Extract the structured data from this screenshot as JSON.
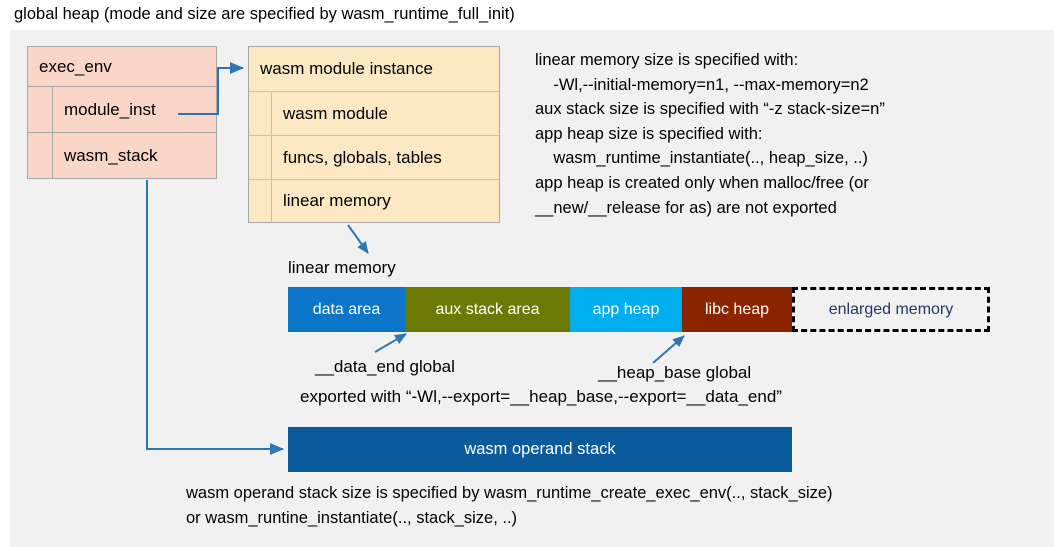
{
  "title": "global heap (mode and size are specified by wasm_runtime_full_init)",
  "colors": {
    "panel_bg": "#f1f1f1",
    "exec_env_fill": "#fad6c9",
    "module_instance_fill": "#fce8c3",
    "data_area": "#0b76c8",
    "aux_stack_area": "#6b7a05",
    "app_heap": "#00aeef",
    "libc_heap": "#8b2500",
    "enlarged_memory_text": "#1f3864",
    "operand_stack": "#0a5a9c",
    "connector": "#2e75b6"
  },
  "exec_env": {
    "header": "exec_env",
    "fields": [
      {
        "label": "module_inst"
      },
      {
        "label": "wasm_stack"
      }
    ]
  },
  "module_instance": {
    "header": "wasm module instance",
    "fields": [
      {
        "label": "wasm module"
      },
      {
        "label": "funcs, globals, tables"
      },
      {
        "label": "linear memory"
      }
    ]
  },
  "notes": {
    "text": "linear memory size is specified with:\n    -Wl,--initial-memory=n1, --max-memory=n2\naux stack size is specified with “-z stack-size=n”\napp heap size is specified with:\n    wasm_runtime_instantiate(.., heap_size, ..)\napp heap is created only when malloc/free (or\n__new/__release for as) are not exported"
  },
  "linear_memory": {
    "label": "linear memory",
    "segments": [
      {
        "label": "data area",
        "color": "#0b76c8",
        "width": 117,
        "style": "solid"
      },
      {
        "label": "aux stack area",
        "color": "#6b7a05",
        "width": 165,
        "style": "solid"
      },
      {
        "label": "app heap",
        "color": "#00aeef",
        "width": 112,
        "style": "solid"
      },
      {
        "label": "libc heap",
        "color": "#8b2500",
        "width": 110,
        "style": "solid"
      },
      {
        "label": "enlarged memory",
        "color": "#f1f1f1",
        "width": 198,
        "style": "dashed"
      }
    ],
    "annotations": {
      "data_end": "__data_end global",
      "heap_base": "__heap_base global",
      "exported": "exported with “-Wl,--export=__heap_base,--export=__data_end”"
    }
  },
  "operand_stack": {
    "label": "wasm operand stack",
    "notes": "wasm operand stack size is specified by wasm_runtime_create_exec_env(.., stack_size)\nor wasm_runtine_instantiate(.., stack_size, ..)"
  }
}
